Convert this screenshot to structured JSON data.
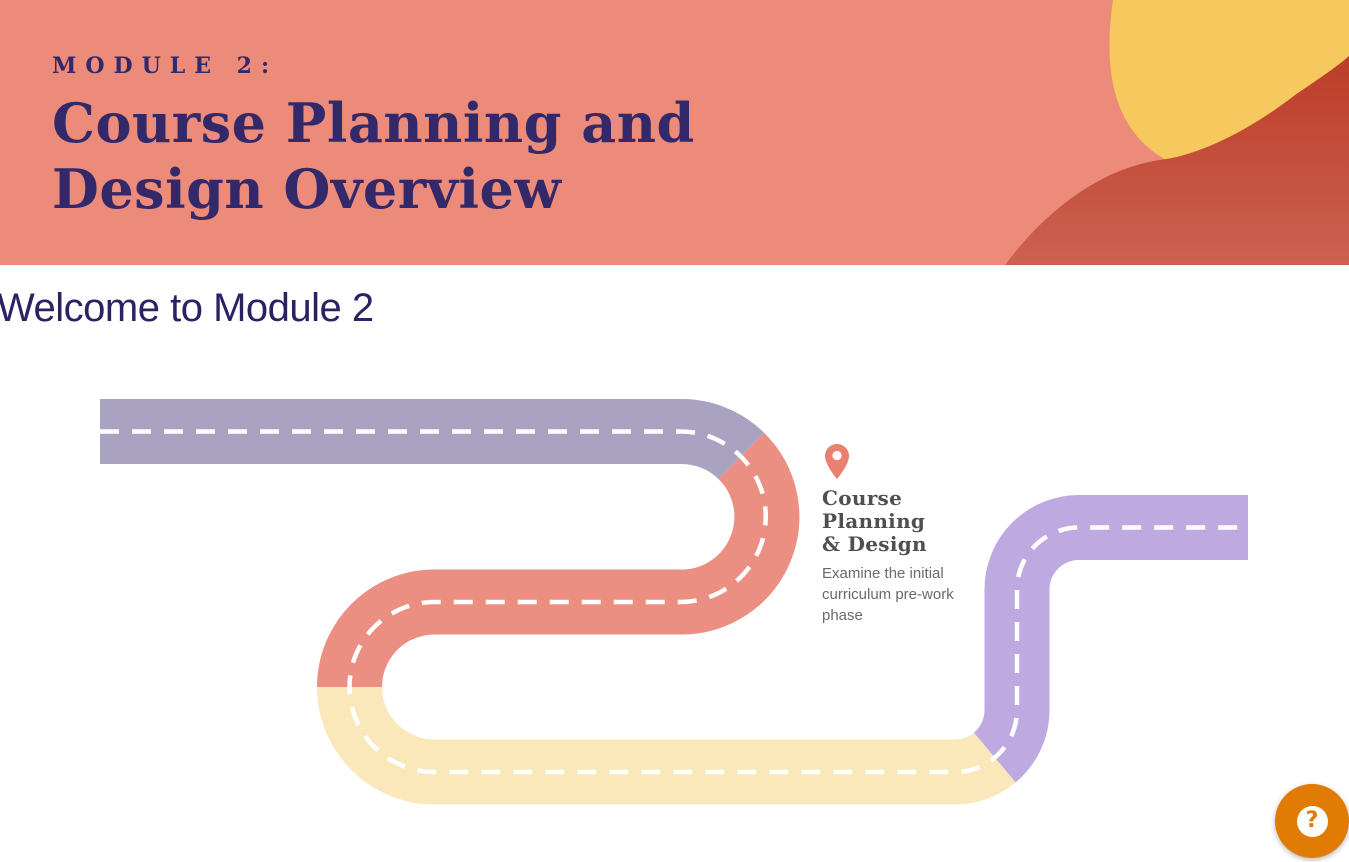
{
  "banner": {
    "eyebrow": "MODULE 2:",
    "title_line1": "Course Planning and",
    "title_line2": "Design Overview",
    "colors": {
      "background": "#ec8b79",
      "title": "#33286a",
      "blob_yellow": "#f6c85d",
      "blob_rust_top": "#bb3d28",
      "blob_rust_bottom": "#cd6151"
    }
  },
  "content": {
    "welcome_heading": "Welcome to Module 2",
    "heading_color": "#2d2164"
  },
  "roadmap": {
    "milestone": {
      "title_line1": "Course Planning",
      "title_line2": "& Design",
      "description": "Examine the initial curriculum pre-work phase",
      "pin_color": "#ec8070",
      "title_color": "#4f4f4f",
      "description_color": "#6a6a6a"
    },
    "road_colors": {
      "segment1_purple": "#a9a3c1",
      "segment2_coral": "#eb8f82",
      "segment3_yellow": "#fae8bb",
      "segment4_lavender": "#bfa9e1"
    },
    "dash_color": "#ffffff"
  },
  "help_button": {
    "label": "?",
    "bg_color": "#e07c04"
  }
}
